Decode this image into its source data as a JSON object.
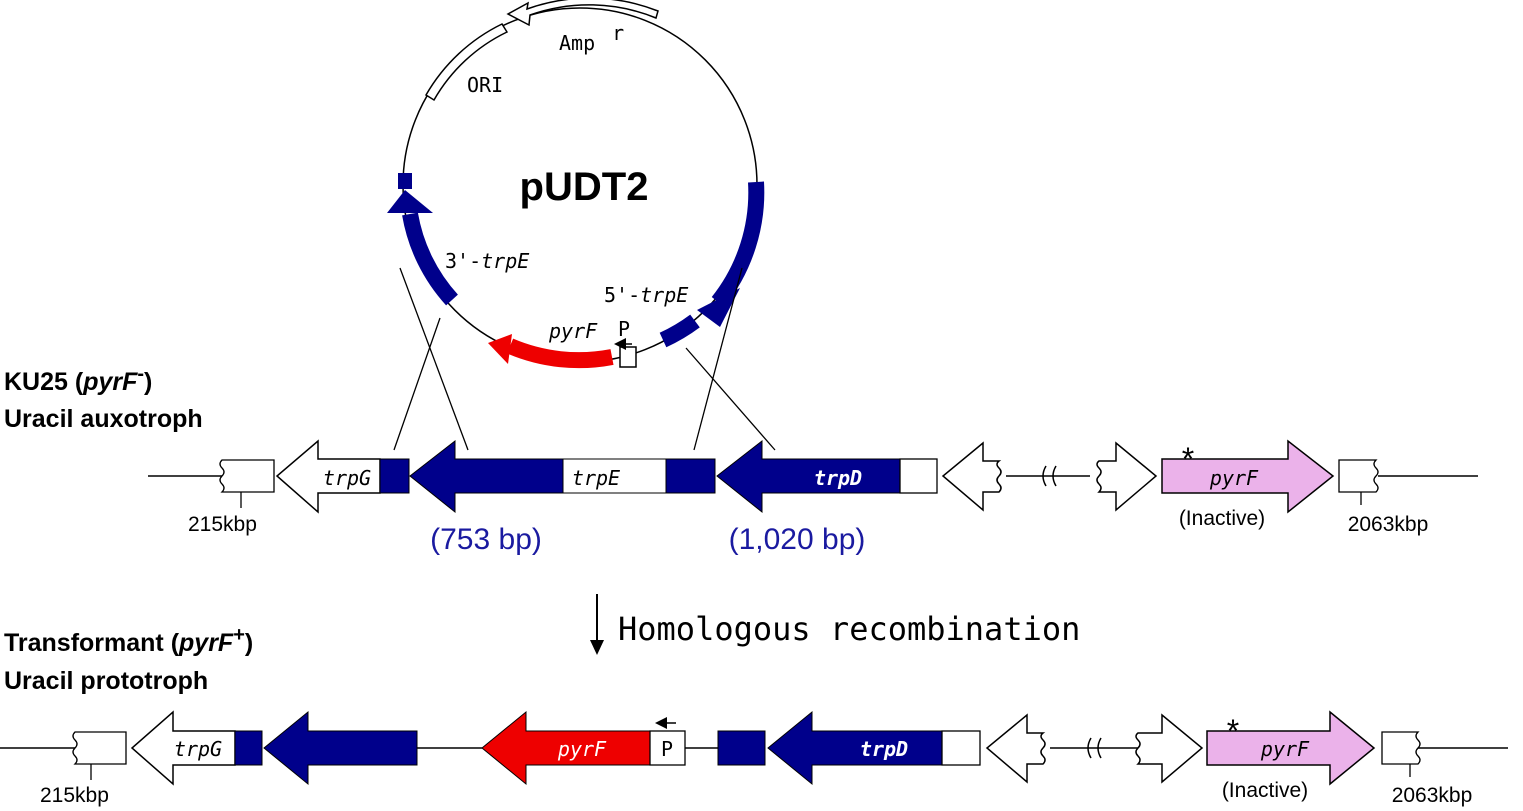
{
  "colors": {
    "navy": "#00008b",
    "red": "#ee0000",
    "pink": "#ebb2ea",
    "line": "#000000",
    "size_label": "#1a1aa0"
  },
  "plasmid": {
    "name": "pUDT2",
    "amp_label": "Amp",
    "amp_sup": "r",
    "ori_label": "ORI",
    "trpE3_prefix": "3'-",
    "trpE3_gene": "trpE",
    "trpE5_prefix": "5'-",
    "trpE5_gene": "trpE",
    "pyrF_label": "pyrF",
    "promoter_label": "P"
  },
  "strain_ku25": {
    "name_prefix": "KU25 (",
    "gene": "pyrF",
    "superscript": "-",
    "name_suffix": ")",
    "phenotype": "Uracil auxotroph"
  },
  "strain_transformant": {
    "name_prefix": "Transformant (",
    "gene": "pyrF",
    "superscript": "+",
    "name_suffix": ")",
    "phenotype": "Uracil prototroph"
  },
  "ku25_map": {
    "trpG": "trpG",
    "trpE": "trpE",
    "trpD": "trpD",
    "pyrF": "pyrF",
    "inactive": "(Inactive)",
    "asterisk": "*",
    "left_pos": "215kbp",
    "right_pos": "2063kbp",
    "left_size": "(753 bp)",
    "right_size": "(1,020 bp)"
  },
  "recombination": {
    "label": "Homologous recombination"
  },
  "transformant_map": {
    "trpG": "trpG",
    "pyrF_insert": "pyrF",
    "promoter": "P",
    "trpD": "trpD",
    "pyrF": "pyrF",
    "inactive": "(Inactive)",
    "asterisk": "*",
    "left_pos": "215kbp",
    "right_pos": "2063kbp"
  }
}
